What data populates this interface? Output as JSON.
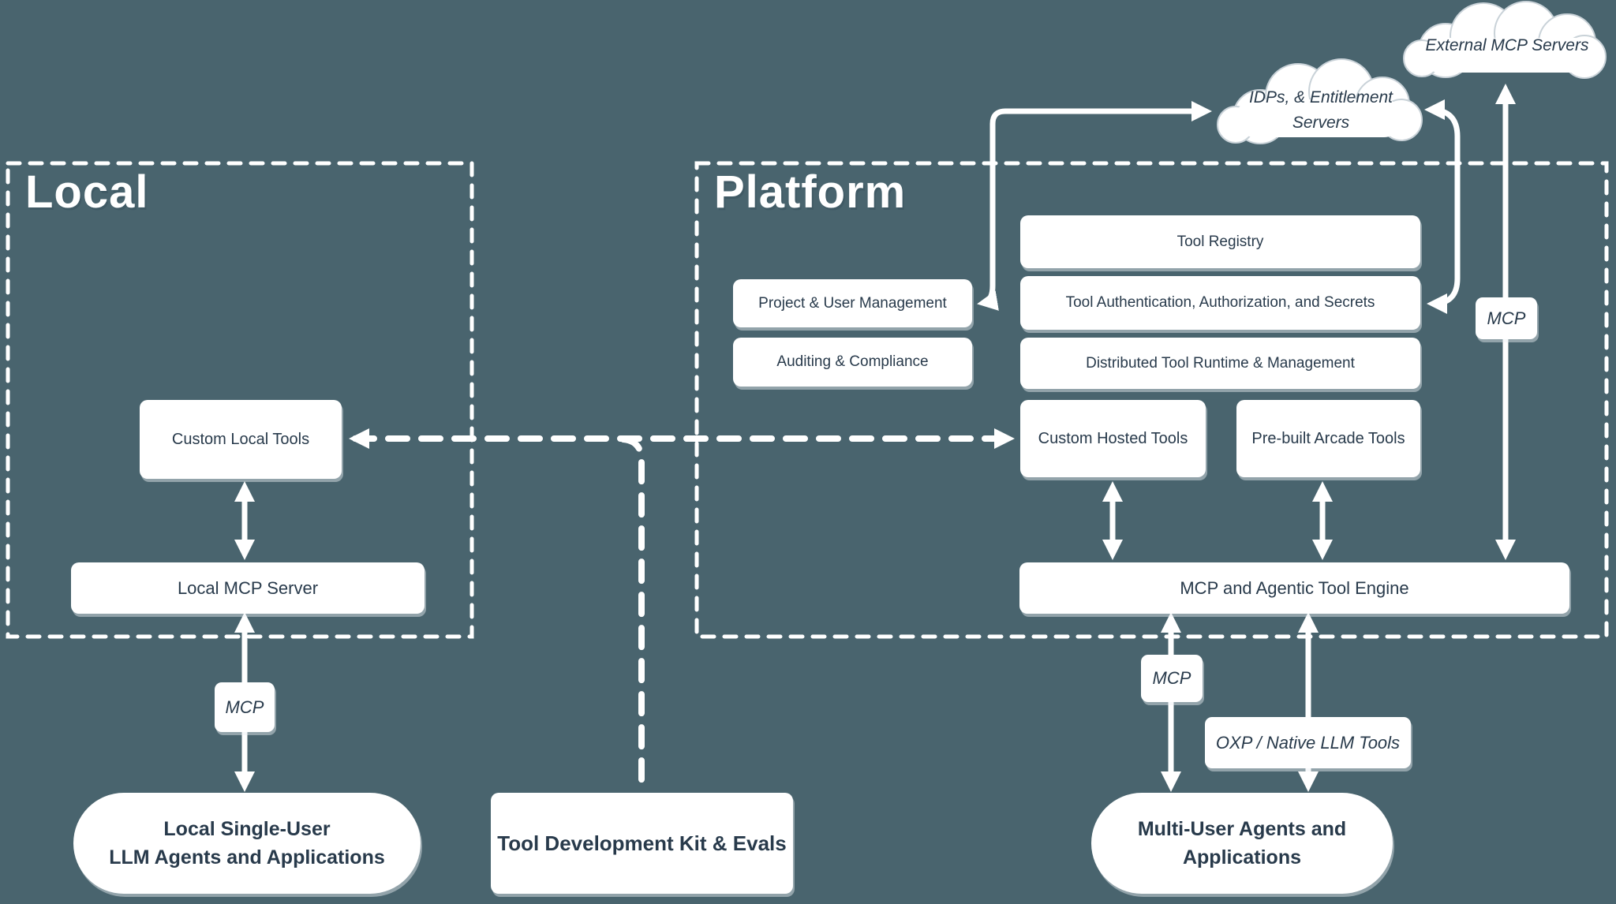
{
  "palette": {
    "background": "#49646e",
    "ink": "#283a4b",
    "line": "#ffffff",
    "box_fill": "#ffffff"
  },
  "groups": {
    "local": {
      "title": "Local"
    },
    "platform": {
      "title": "Platform"
    }
  },
  "clouds": {
    "external": {
      "label": "External MCP Servers"
    },
    "idps": {
      "line1": "IDPs, & Entitlement",
      "line2": "Servers"
    }
  },
  "nodes": {
    "custom_local_tools": "Custom Local Tools",
    "local_mcp_server": "Local MCP Server",
    "tool_registry": "Tool Registry",
    "project_user_management": "Project & User Management",
    "tool_auth": "Tool Authentication, Authorization, and Secrets",
    "auditing_compliance": "Auditing & Compliance",
    "distributed_runtime": "Distributed Tool Runtime & Management",
    "custom_hosted_tools": "Custom Hosted Tools",
    "prebuilt_arcade_tools": "Pre-built Arcade Tools",
    "mcp_engine": "MCP and Agentic Tool Engine",
    "local_agents_line1": "Local Single-User",
    "local_agents_line2": "LLM Agents and Applications",
    "tool_dev_kit": "Tool Development Kit & Evals",
    "multi_user_line1": "Multi-User Agents and",
    "multi_user_line2": "Applications"
  },
  "edge_labels": {
    "mcp_local": "MCP",
    "mcp_engine": "MCP",
    "mcp_external": "MCP",
    "oxp": "OXP / Native LLM Tools"
  }
}
